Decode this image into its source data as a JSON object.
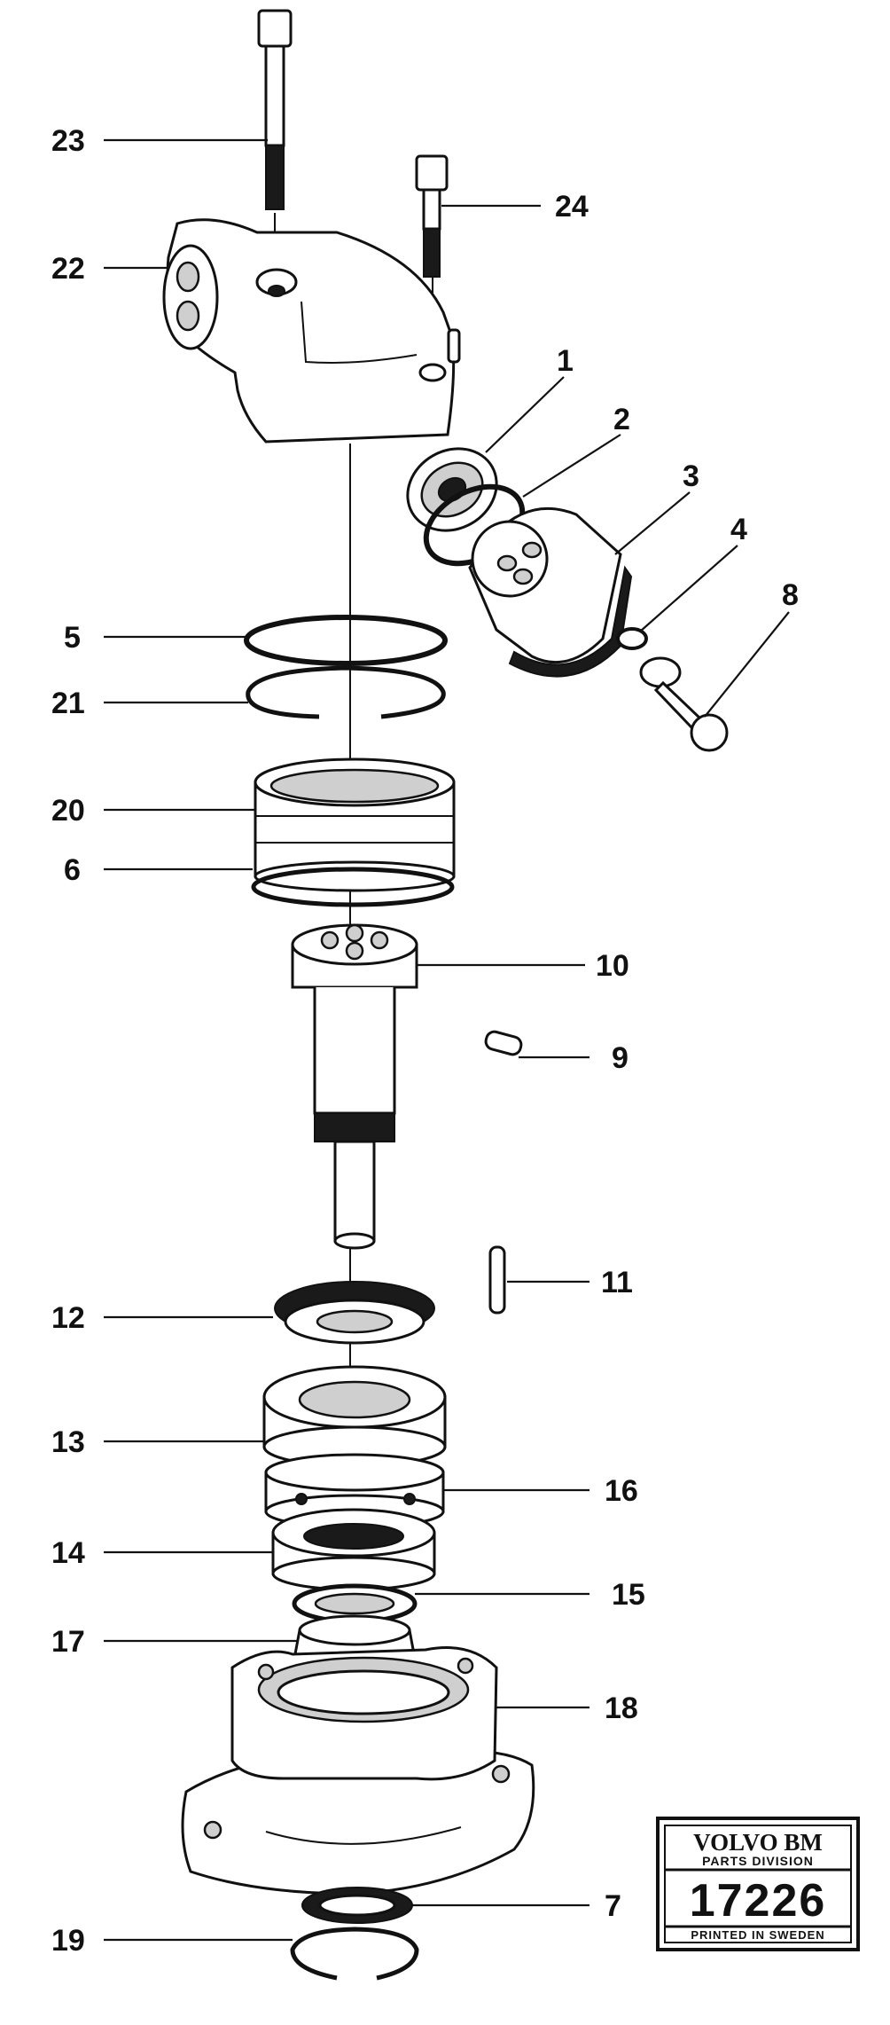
{
  "callouts": [
    {
      "id": "1",
      "label": "1"
    },
    {
      "id": "2",
      "label": "2"
    },
    {
      "id": "3",
      "label": "3"
    },
    {
      "id": "4",
      "label": "4"
    },
    {
      "id": "5",
      "label": "5"
    },
    {
      "id": "6",
      "label": "6"
    },
    {
      "id": "7",
      "label": "7"
    },
    {
      "id": "8",
      "label": "8"
    },
    {
      "id": "9",
      "label": "9"
    },
    {
      "id": "10",
      "label": "10"
    },
    {
      "id": "11",
      "label": "11"
    },
    {
      "id": "12",
      "label": "12"
    },
    {
      "id": "13",
      "label": "13"
    },
    {
      "id": "14",
      "label": "14"
    },
    {
      "id": "15",
      "label": "15"
    },
    {
      "id": "16",
      "label": "16"
    },
    {
      "id": "17",
      "label": "17"
    },
    {
      "id": "18",
      "label": "18"
    },
    {
      "id": "19",
      "label": "19"
    },
    {
      "id": "20",
      "label": "20"
    },
    {
      "id": "21",
      "label": "21"
    },
    {
      "id": "22",
      "label": "22"
    },
    {
      "id": "23",
      "label": "23"
    },
    {
      "id": "24",
      "label": "24"
    }
  ],
  "stamp": {
    "brand": "VOLVO BM",
    "division": "PARTS DIVISION",
    "number": "17226",
    "footer": "PRINTED IN SWEDEN"
  }
}
